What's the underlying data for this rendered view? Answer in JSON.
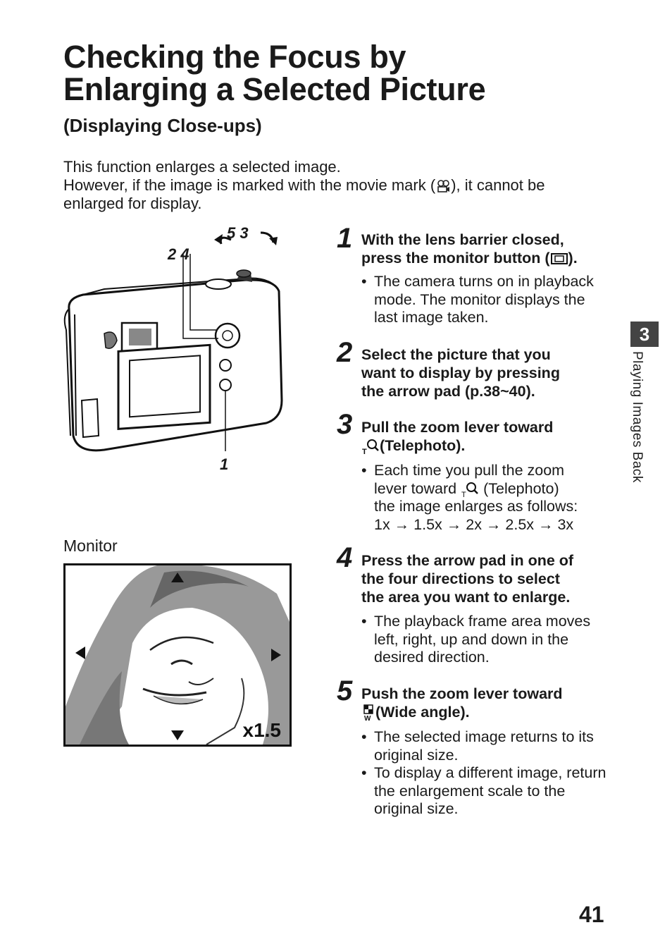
{
  "title_line1": "Checking the Focus by",
  "title_line2": "Enlarging a Selected Picture",
  "subtitle": "(Displaying Close-ups)",
  "intro": {
    "line1": "This function enlarges a selected image.",
    "line2a": "However, if the image is marked with the movie mark (",
    "line2b": "), it cannot be",
    "line3": "enlarged for display."
  },
  "figure": {
    "callouts": {
      "c53": "5 3",
      "c24": "2 4",
      "c1": "1"
    }
  },
  "monitor": {
    "label": "Monitor",
    "zoom": "x1.5"
  },
  "steps": [
    {
      "num": "1",
      "head_a": "With the lens barrier closed,",
      "head_b": "press the monitor button (",
      "head_c": ").",
      "bullets": [
        "The camera turns on in playback mode. The monitor displays the last image taken."
      ]
    },
    {
      "num": "2",
      "head_a": "Select the picture that you",
      "head_b": "want to display by pressing",
      "head_c": "the arrow pad (p.38~40).",
      "bullets": []
    },
    {
      "num": "3",
      "head_a": "Pull the zoom lever toward",
      "head_b": "(Telephoto).",
      "bullets": [
        "Each time you pull the zoom",
        "lever toward",
        "(Telephoto)",
        "the image enlarges as follows:",
        "1x → 1.5x → 2x → 2.5x → 3x"
      ]
    },
    {
      "num": "4",
      "head_a": "Press the arrow pad in one of",
      "head_b": "the four directions to select",
      "head_c": "the area you want to enlarge.",
      "bullets": [
        "The playback frame area moves left, right, up and down in the desired direction."
      ]
    },
    {
      "num": "5",
      "head_a": "Push the zoom lever toward",
      "head_b": "(Wide angle).",
      "bullets": [
        "The selected image returns to its original size.",
        "To display a different image, return the enlargement scale to the original size."
      ]
    }
  ],
  "side_tab": {
    "number": "3",
    "text": "Playing Images Back"
  },
  "page_number": "41"
}
